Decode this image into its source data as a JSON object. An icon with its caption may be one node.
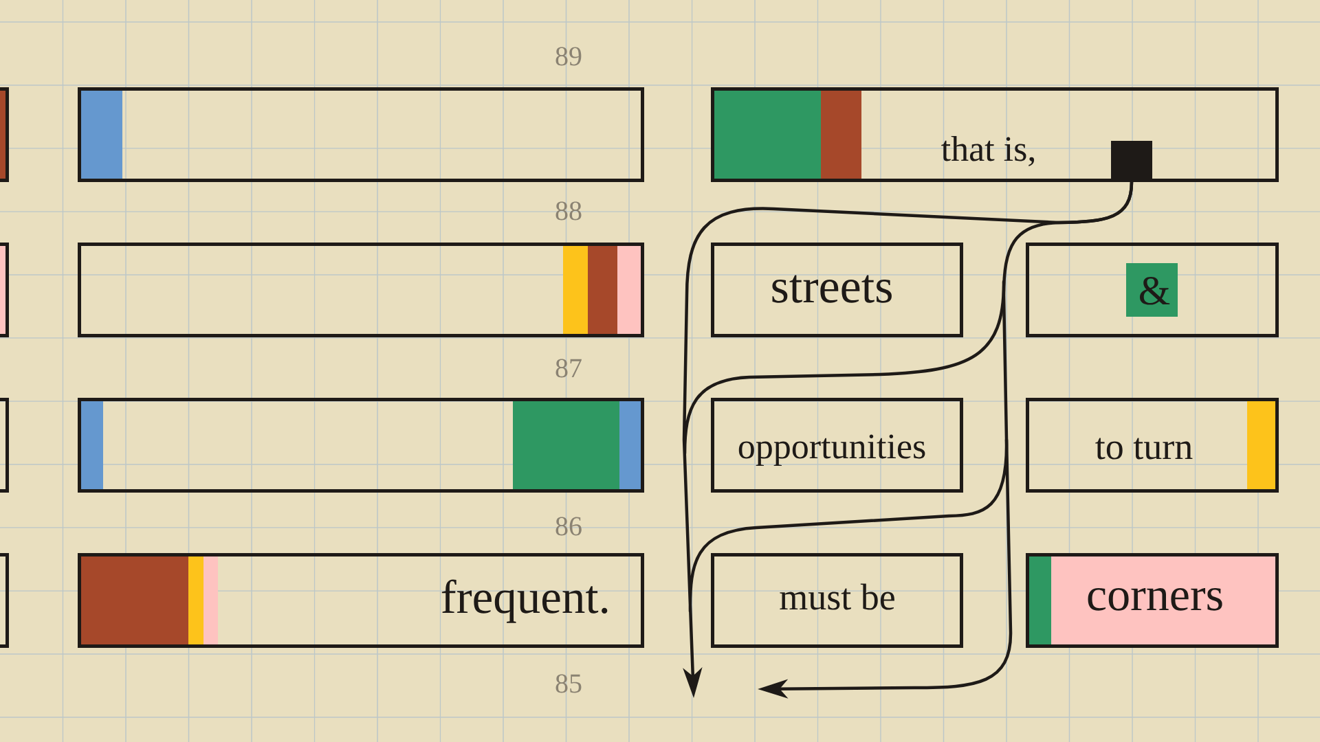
{
  "diagram": {
    "nodes": [
      {
        "text": [],
        "shape": "box"
      },
      {
        "text": [],
        "shape": "box"
      },
      {
        "text": [
          "that is,"
        ]
      },
      {
        "text": [],
        "shape": "box",
        "in": 2
      },
      {
        "text": [],
        "shape": "box"
      },
      {
        "text": [],
        "shape": "box"
      },
      {
        "text": [
          "streets"
        ]
      },
      {
        "text": [],
        "shape": "box"
      },
      {
        "text": [
          "&"
        ],
        "in": 7
      },
      {
        "text": [],
        "shape": "box"
      },
      {
        "text": [],
        "shape": "box"
      },
      {
        "text": [
          "opportunities"
        ]
      },
      {
        "text": [
          "to turn"
        ]
      },
      {
        "text": [],
        "shape": "box"
      },
      {
        "text": [
          "frequent."
        ]
      },
      {
        "text": [
          "must be"
        ]
      },
      {
        "text": [
          "corners"
        ]
      }
    ],
    "edges": [
      {
        "from": 3,
        "to": null,
        "arrow": "to"
      },
      {
        "from": 3,
        "to": null,
        "arrow": "to"
      }
    ],
    "labels": [
      "89",
      "88",
      "87",
      "86",
      "85"
    ]
  }
}
